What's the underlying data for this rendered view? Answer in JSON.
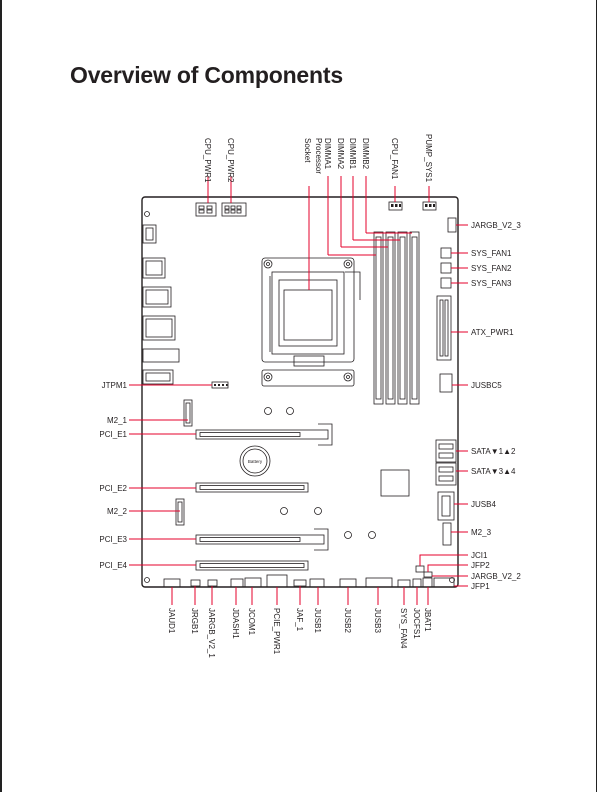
{
  "page": {
    "title": "Overview of Components"
  },
  "board": {
    "battery_label": "Battery"
  },
  "labels": {
    "top": {
      "cpu_pwr1": "CPU_PWR1",
      "cpu_pwr2": "CPU_PWR2",
      "processor_socket_line1": "Processor",
      "processor_socket_line2": "Socket",
      "dimma1": "DIMMA1",
      "dimma2": "DIMMA2",
      "dimmb1": "DIMMB1",
      "dimmb2": "DIMMB2",
      "cpu_fan1": "CPU_FAN1",
      "pump_sys1": "PUMP_SYS1"
    },
    "right": {
      "jargb_v2_3": "JARGB_V2_3",
      "sys_fan1": "SYS_FAN1",
      "sys_fan2": "SYS_FAN2",
      "sys_fan3": "SYS_FAN3",
      "atx_pwr1": "ATX_PWR1",
      "jusbc5": "JUSBC5",
      "sata12": "SATA▼1▲2",
      "sata34": "SATA▼3▲4",
      "jusb4": "JUSB4",
      "m2_3": "M2_3",
      "jci1": "JCI1",
      "jfp2": "JFP2",
      "jargb_v2_2": "JARGB_V2_2",
      "jfp1": "JFP1"
    },
    "left": {
      "jtpm1": "JTPM1",
      "m2_1": "M2_1",
      "pci_e1": "PCI_E1",
      "pci_e2": "PCI_E2",
      "m2_2": "M2_2",
      "pci_e3": "PCI_E3",
      "pci_e4": "PCI_E4"
    },
    "bottom": {
      "jaud1": "JAUD1",
      "jrgb1": "JRGB1",
      "jargb_v2_1": "JARGB_V2_1",
      "jdash1": "JDASH1",
      "jcom1": "JCOM1",
      "pcie_pwr1": "PCIE_PWR1",
      "jaf_1": "JAF_1",
      "jusb1": "JUSB1",
      "jusb2": "JUSB2",
      "jusb3": "JUSB3",
      "sys_fan4": "SYS_FAN4",
      "jocfs1": "JOCFS1",
      "jbat1": "JBAT1"
    }
  }
}
